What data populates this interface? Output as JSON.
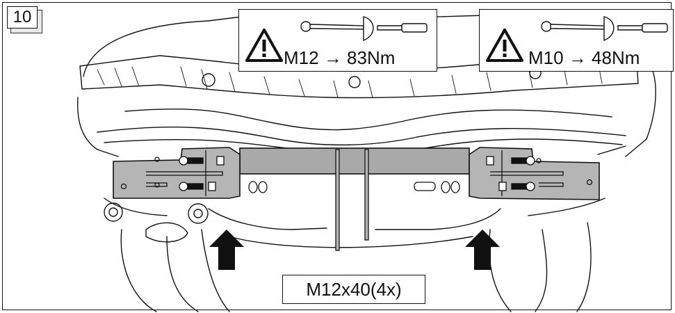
{
  "step_number": "10",
  "torque_specs": [
    {
      "bolt": "M12",
      "arrow": "→",
      "torque": "83Nm",
      "icon": "warning-triangle-icon",
      "tool": "torque-wrench-icon"
    },
    {
      "bolt": "M10",
      "arrow": "→",
      "torque": "48Nm",
      "icon": "warning-triangle-icon",
      "tool": "torque-wrench-icon"
    }
  ],
  "bolt_callout": "M12x40(4x)",
  "colors": {
    "line": "#111111",
    "bracket_fill": "#b5b5b5",
    "background": "#ffffff"
  }
}
